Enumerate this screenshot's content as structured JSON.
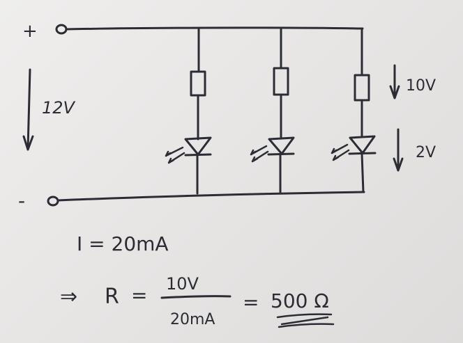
{
  "terminals": {
    "plus": "+",
    "minus": "-"
  },
  "voltages": {
    "supply": "12V",
    "resistor_drop": "10V",
    "led_drop": "2V"
  },
  "equations": {
    "current": "I = 20mA",
    "implies": "⇒",
    "r_symbol": "R",
    "equals": "=",
    "numerator": "10V",
    "denominator": "20mA",
    "equals2": "=",
    "result": "500 Ω"
  },
  "circuit": {
    "branch_count": 3,
    "components_per_branch": [
      "resistor",
      "led"
    ]
  },
  "colors": {
    "ink": "#2c2c34",
    "paper": "#e9e7e6"
  }
}
